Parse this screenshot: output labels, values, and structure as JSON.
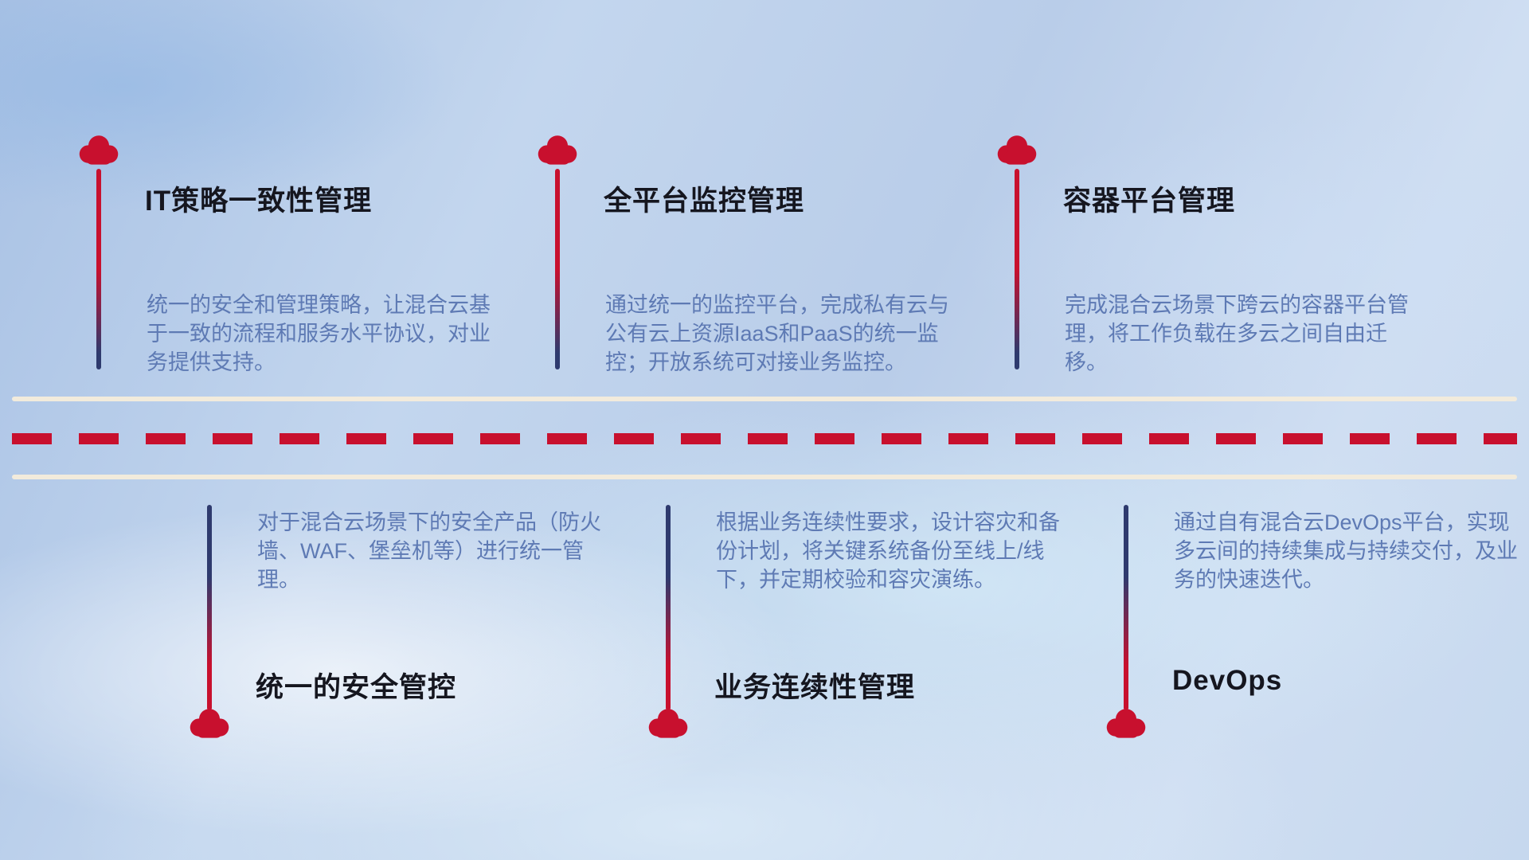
{
  "colors": {
    "red": "#c8102e",
    "navy": "#2e3a6e",
    "title_color": "#15161f",
    "desc_color": "#5e7ab4",
    "road_line_color": "#f2ebdc"
  },
  "top_items": [
    {
      "title": "IT策略一致性管理",
      "description": "统一的安全和管理策略，让混合云基于一致的流程和服务水平协议，对业务提供支持。"
    },
    {
      "title": "全平台监控管理",
      "description": "通过统一的监控平台，完成私有云与公有云上资源IaaS和PaaS的统一监控；开放系统可对接业务监控。"
    },
    {
      "title": "容器平台管理",
      "description": "完成混合云场景下跨云的容器平台管理，将工作负载在多云之间自由迁移。"
    }
  ],
  "bottom_items": [
    {
      "title": "统一的安全管控",
      "description": "对于混合云场景下的安全产品（防火墙、WAF、堡垒机等）进行统一管理。"
    },
    {
      "title": "业务连续性管理",
      "description": "根据业务连续性要求，设计容灾和备份计划，将关键系统备份至线上/线下，并定期校验和容灾演练。"
    },
    {
      "title": "DevOps",
      "description": "通过自有混合云DevOps平台，实现多云间的持续集成与持续交付，及业务的快速迭代。"
    }
  ]
}
